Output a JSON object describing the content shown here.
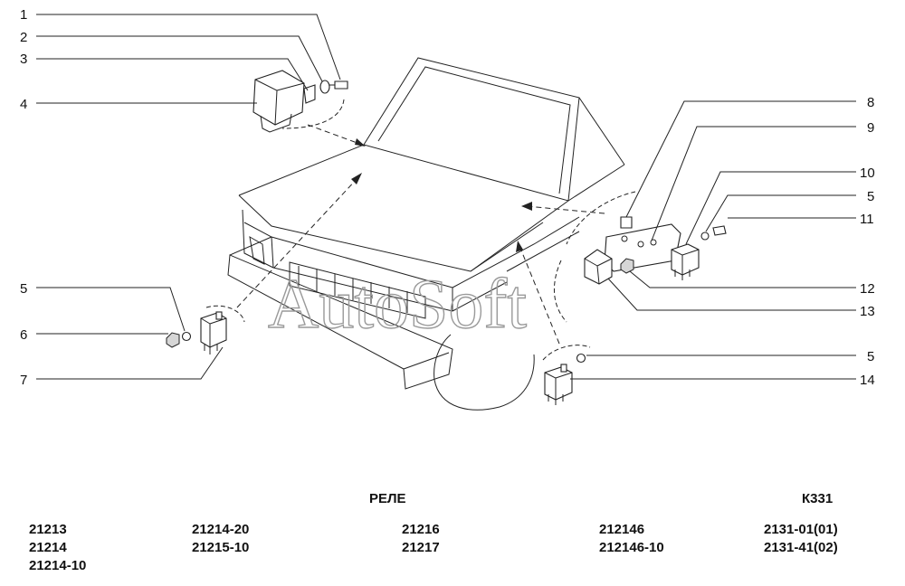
{
  "title": "РЕЛЕ",
  "sheet_code": "К331",
  "watermark": "AutoSoft",
  "callouts": [
    "1",
    "2",
    "3",
    "4",
    "5",
    "6",
    "7",
    "8",
    "9",
    "10",
    "5",
    "11",
    "12",
    "13",
    "5",
    "14"
  ],
  "models": [
    [
      "21213",
      "21214",
      "21214-10"
    ],
    [
      "21214-20",
      "21215-10"
    ],
    [
      "21216",
      "21217"
    ],
    [
      "212146",
      "212146-10"
    ],
    [
      "2131-01(01)",
      "2131-41(02)"
    ]
  ],
  "parts": [
    "screw-icon",
    "washer-icon",
    "bracket-icon",
    "relay-module-icon",
    "relay-icon",
    "nut-icon",
    "mounting-plate-icon",
    "stud-icon",
    "car-outline-icon"
  ]
}
